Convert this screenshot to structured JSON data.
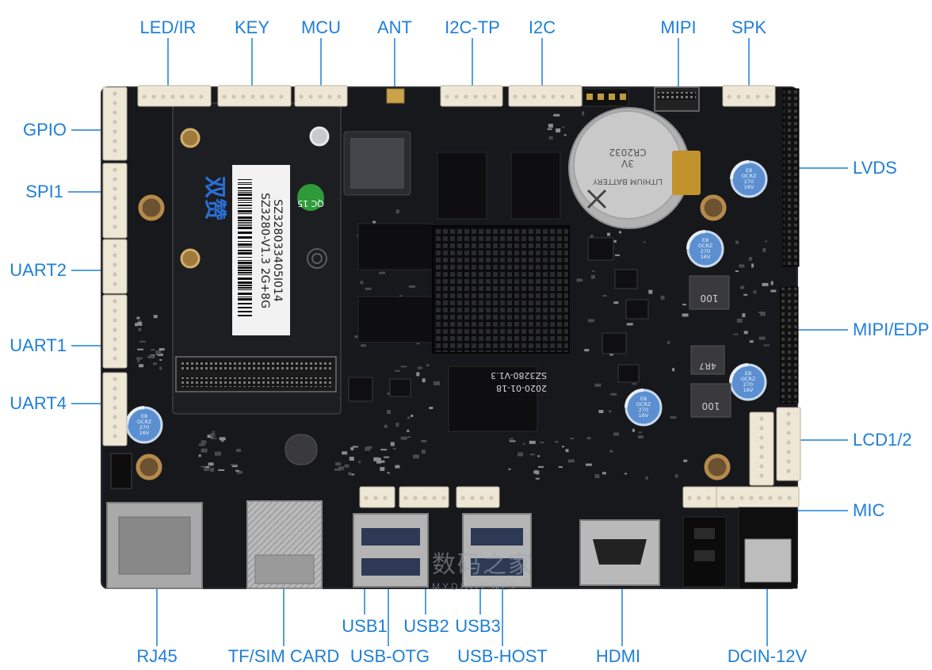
{
  "labels_top": [
    "LED/IR",
    "KEY",
    "MCU",
    "ANT",
    "I2C-TP",
    "I2C",
    "MIPI",
    "SPK"
  ],
  "labels_left": [
    "GPIO",
    "SPI1",
    "UART2",
    "UART1",
    "UART4"
  ],
  "labels_right": [
    "LVDS",
    "MIPI/EDP",
    "LCD1/2",
    "MIC"
  ],
  "labels_bottom": [
    "RJ45",
    "TF/SIM CARD",
    "USB1",
    "USB-OTG",
    "USB2",
    "USB3",
    "USB-HOST",
    "HDMI",
    "DCIN-12V"
  ],
  "module": {
    "brand": "双赞",
    "model": "SZ3280-V1.3 2G+8G",
    "serial": "SZ328033405I014",
    "qc": "QC 15"
  },
  "silkscreen": {
    "board_version": "SZ3280-V1.3",
    "date": "2020-01-18",
    "battery_model": "CR2032",
    "battery_text": "LITHIUM BATTERY",
    "battery_voltage": "3V",
    "inductor_1": "100",
    "inductor_2": "4R7",
    "inductor_3": "100",
    "capacitor": [
      "E8",
      "OCRZ",
      "270",
      "16V"
    ]
  },
  "watermark": {
    "cn": "数码之家",
    "en": "MYDIGIT.NET"
  },
  "colors": {
    "label": "#1e7fd8",
    "board": "#17181b",
    "connector": "#efe7d6"
  }
}
